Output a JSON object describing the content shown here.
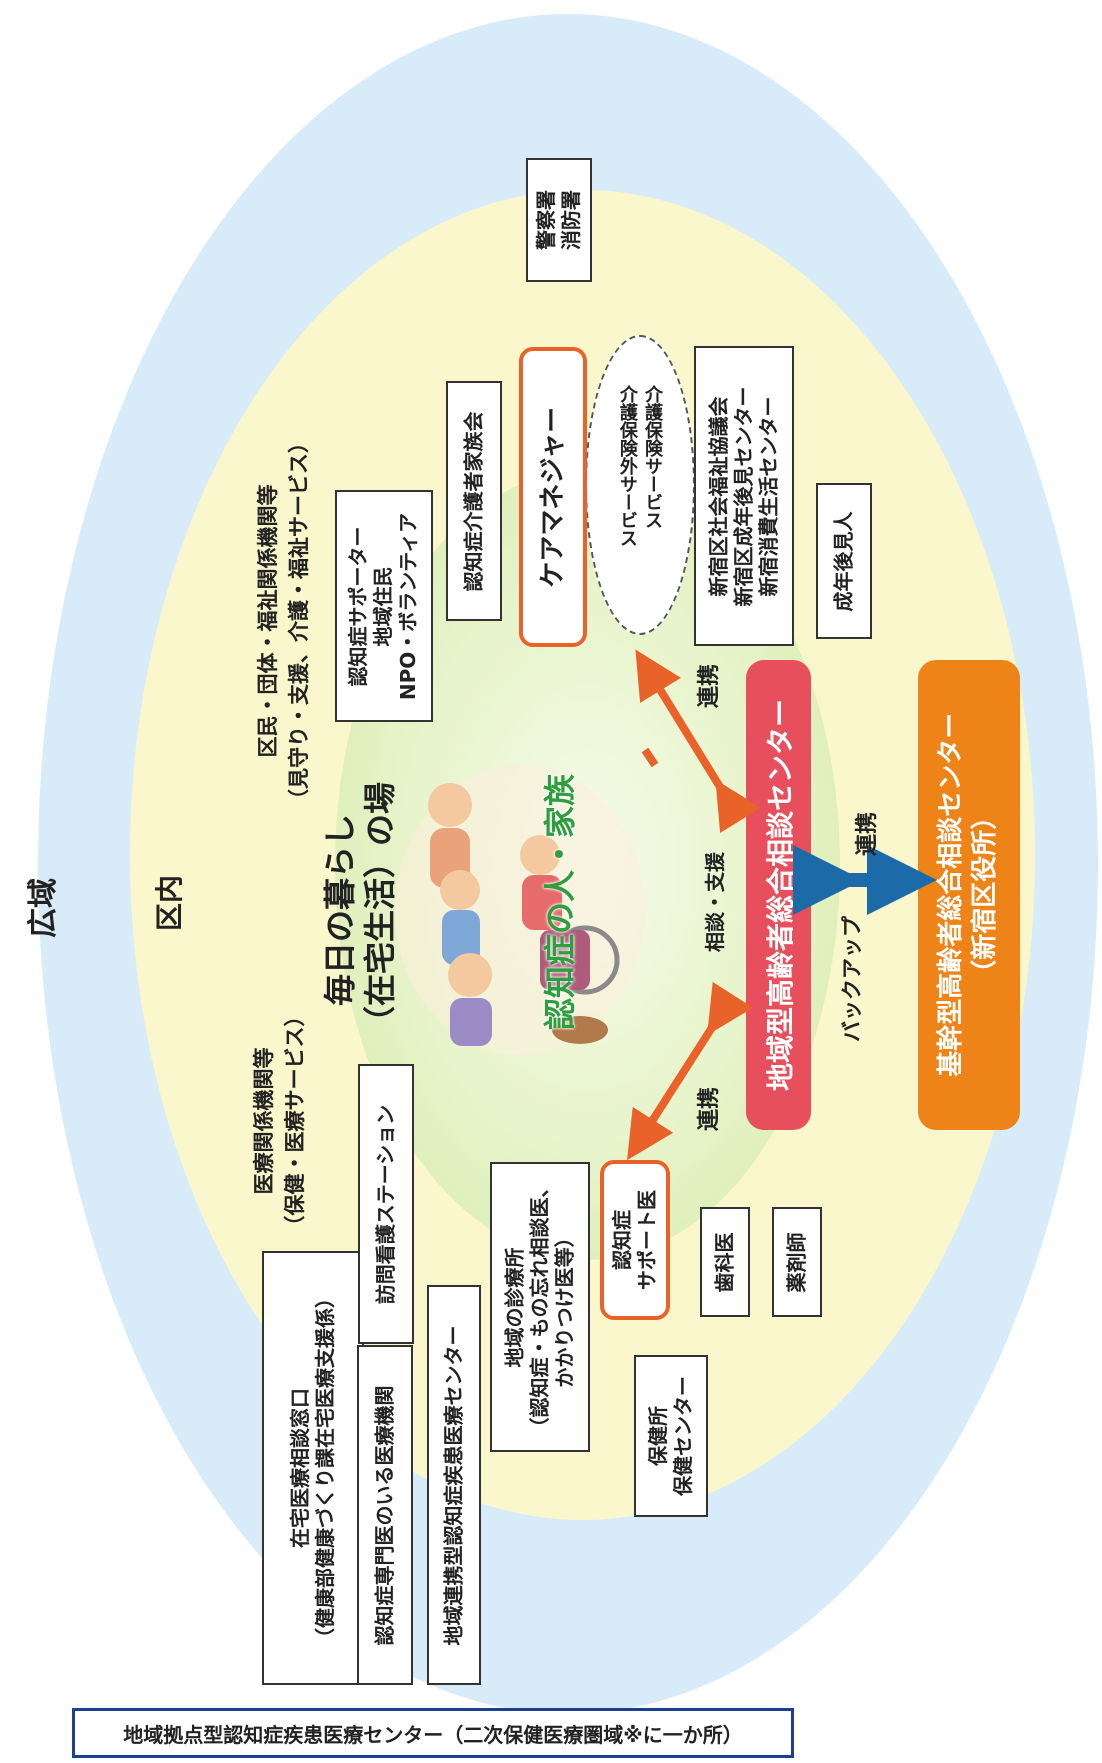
{
  "colors": {
    "outer": "#d7ecf8",
    "middle": "#fbf7cc",
    "inner": "#d9ecb2",
    "orange_border": "#e8622a",
    "red_pill": "#e84f5c",
    "orange_pill": "#ee8418",
    "blue_arrow": "#1c6aa8",
    "orange_arrow": "#e8622a",
    "green_text": "#2e9e3e",
    "dark_blue_border": "#1f3f8f"
  },
  "labels": {
    "wide_area": "広域",
    "ward": "区内",
    "daily_life": "毎日の暮らし\n（在宅生活）の場",
    "person_family": "認知症の人・家族",
    "consult_support": "相談・支援",
    "medical_group": "医療関係機関等\n（保健・医療サービス）",
    "resident_group": "区民・団体・福祉関係機関等\n（見守り・支援、介護・福祉サービス）",
    "link_top": "連携",
    "link_bottom": "連携",
    "link_center": "連携",
    "backup": "バックアップ",
    "care_services": "介護保険サービス\n介護保険外サービス"
  },
  "boxes": {
    "police_fire": "警察署\n消防署",
    "family_assoc": "認知症介護者家族会",
    "supporters": "認知症サポーター\n地域住民\nNPO・ボランティア",
    "care_manager": "ケアマネジャー",
    "welfare": "新宿区社会福祉協議会\n新宿区成年後見センター\n新宿消費生活センター",
    "guardian": "成年後見人",
    "home_care_consult": "在宅医療相談窓口\n（健康部健康づくり課在宅医療支援係）",
    "visiting_nurse": "訪問看護ステーション",
    "specialist": "認知症専門医のいる医療機関",
    "regional_center": "地域連携型認知症疾患医療センター",
    "clinic": "地域の診療所\n（認知症・もの忘れ相談医、\nかかりつけ医等）",
    "support_doctor": "認知症\nサポート医",
    "dentist": "歯科医",
    "pharmacist": "薬剤師",
    "health_center": "保健所\n保健センター",
    "base_center": "地域拠点型認知症疾患医療センター（二次保健医療圏域※に一か所）"
  },
  "pills": {
    "community_center": "地域型高齢者総合相談センター",
    "core_center": "基幹型高齢者総合相談センター\n（新宿区役所）"
  }
}
